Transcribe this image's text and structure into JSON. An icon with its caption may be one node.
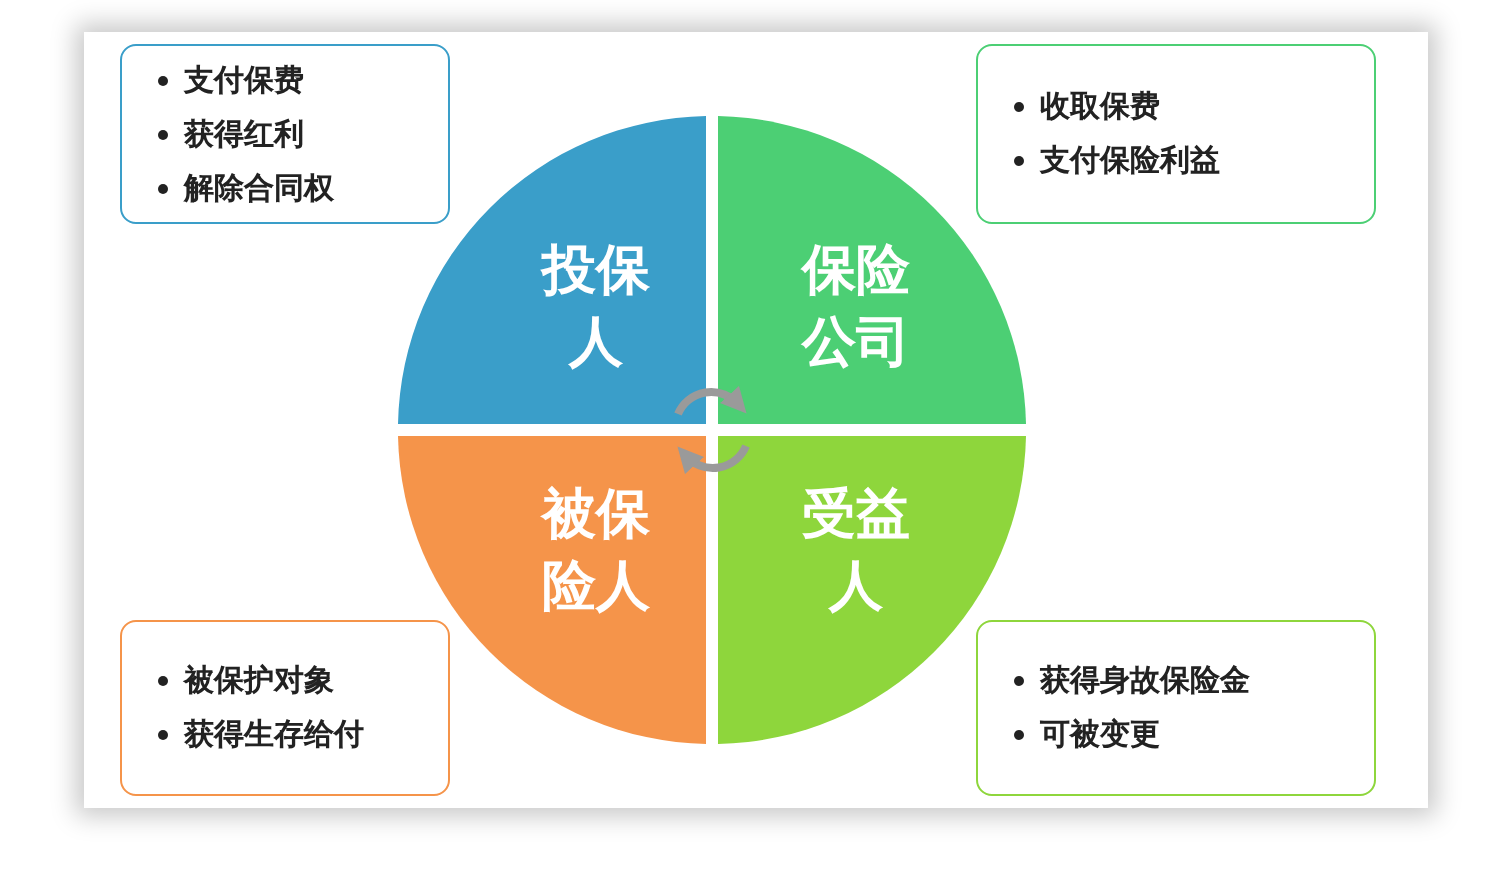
{
  "diagram": {
    "nodes": [
      {
        "text": [
          "投保人"
        ]
      },
      {
        "text": [
          "保险公司"
        ]
      },
      {
        "text": [
          "被保险人"
        ]
      },
      {
        "text": [
          "受益人"
        ]
      },
      {
        "text": [
          "支付保费",
          "获得红利",
          "解除合同权"
        ]
      },
      {
        "text": [
          "收取保费",
          "支付保险利益"
        ]
      },
      {
        "text": [
          "被保护对象",
          "获得生存给付"
        ]
      },
      {
        "text": [
          "获得身故保险金",
          "可被变更"
        ]
      }
    ],
    "edges": [
      {
        "from": 0,
        "to": 1,
        "arrow": "to"
      },
      {
        "from": 3,
        "to": 2,
        "arrow": "to"
      }
    ]
  }
}
